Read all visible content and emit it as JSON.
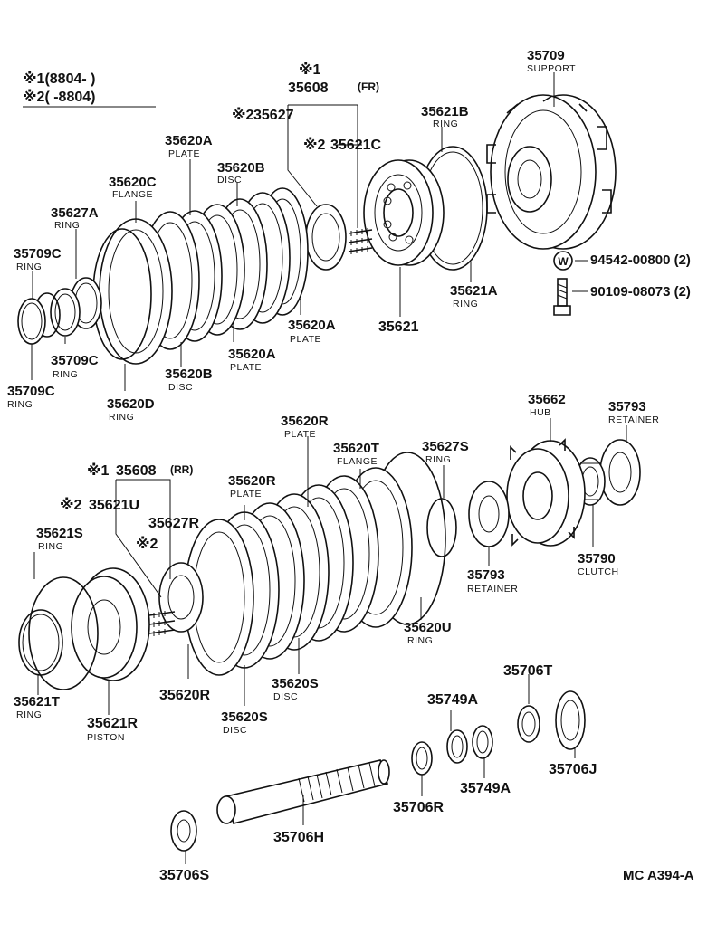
{
  "legend": {
    "line1": "※1(8804-      )",
    "line2": "※2(      -8804)"
  },
  "labels": {
    "fr_group_mark": "※1",
    "fr_group_pn": "35608",
    "fr_group_tag": "(FR)",
    "l35627_mark": "※2",
    "l35627": "35627",
    "l35621C_mark": "※2",
    "l35621C": "35621C",
    "l35709": "35709",
    "l35709_nm": "SUPPORT",
    "l35621B": "35621B",
    "l35621B_nm": "RING",
    "l35620A_top": "35620A",
    "l35620A_top_nm": "PLATE",
    "l35620B_top": "35620B",
    "l35620B_top_nm": "DISC",
    "l35620C": "35620C",
    "l35620C_nm": "FLANGE",
    "l35627A": "35627A",
    "l35627A_nm": "RING",
    "l35709C_top": "35709C",
    "l35709C_top_nm": "RING",
    "l94542": "94542-00800 (2)",
    "l90109": "90109-08073 (2)",
    "l35621A": "35621A",
    "l35621A_nm": "RING",
    "l35621": "35621",
    "l35620A_mid1": "35620A",
    "l35620A_mid1_nm": "PLATE",
    "l35620A_mid2": "35620A",
    "l35620A_mid2_nm": "PLATE",
    "l35620B_bot": "35620B",
    "l35620B_bot_nm": "DISC",
    "l35709C_mid": "35709C",
    "l35709C_mid_nm": "RING",
    "l35709C_bot": "35709C",
    "l35709C_bot_nm": "RING",
    "l35620D": "35620D",
    "l35620D_nm": "RING",
    "l35662": "35662",
    "l35662_nm": "HUB",
    "l35793_top": "35793",
    "l35793_top_nm": "RETAINER",
    "l35620R_top": "35620R",
    "l35620R_top_nm": "PLATE",
    "l35620T": "35620T",
    "l35620T_nm": "FLANGE",
    "l35627S": "35627S",
    "l35627S_nm": "RING",
    "rr_group_mark": "※1",
    "rr_group_pn": "35608",
    "rr_group_tag": "(RR)",
    "l35620R_mid": "35620R",
    "l35620R_mid_nm": "PLATE",
    "l35621U_mark": "※2",
    "l35621U": "35621U",
    "l35627R": "35627R",
    "l35627R_mark": "※2",
    "l35621S": "35621S",
    "l35621S_nm": "RING",
    "l35793_bot": "35793",
    "l35793_bot_nm": "RETAINER",
    "l35790": "35790",
    "l35790_nm": "CLUTCH",
    "l35620U": "35620U",
    "l35620U_nm": "RING",
    "l35706T": "35706T",
    "l35749A_top": "35749A",
    "l35620S_right": "35620S",
    "l35620S_right_nm": "DISC",
    "l35620R_bot": "35620R",
    "l35620S_bot": "35620S",
    "l35620S_bot_nm": "DISC",
    "l35621T": "35621T",
    "l35621T_nm": "RING",
    "l35621R": "35621R",
    "l35621R_nm": "PISTON",
    "l35706J": "35706J",
    "l35749A_bot": "35749A",
    "l35706R": "35706R",
    "l35706H": "35706H",
    "l35706S": "35706S",
    "footer": "MC  A394-A"
  },
  "icons": {
    "washer_symbol": "W"
  }
}
